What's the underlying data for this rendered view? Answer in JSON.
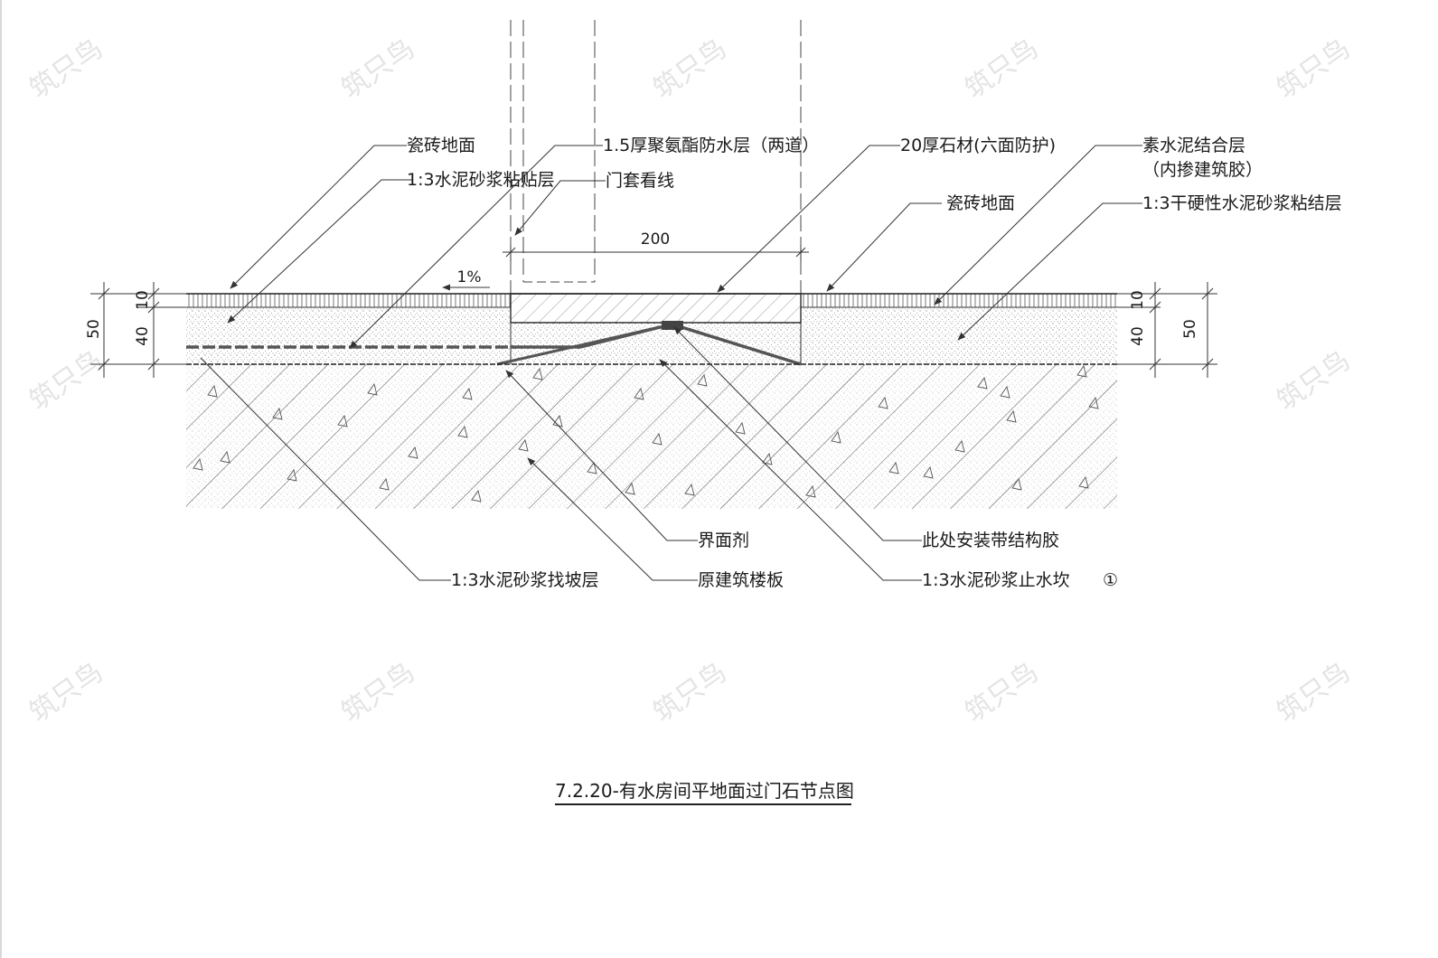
{
  "title": "7.2.20-有水房间平地面过门石节点图",
  "watermark": "筑只鸟",
  "labels": {
    "tile_floor_left": "瓷砖地面",
    "mortar_bond_left": "1:3水泥砂浆粘贴层",
    "waterproof": "1.5厚聚氨酯防水层（两道）",
    "door_frame_line": "门套看线",
    "stone": "20厚石材(六面防护)",
    "cement_paste_1": "素水泥结合层",
    "cement_paste_2": "（内掺建筑胶）",
    "tile_floor_right": "瓷砖地面",
    "dry_mortar": "1:3干硬性水泥砂浆粘结层",
    "interface_agent": "界面剂",
    "structural_glue": "此处安装带结构胶",
    "slope_layer": "1:3水泥砂浆找坡层",
    "slab": "原建筑楼板",
    "water_stop": "1:3水泥砂浆止水坎",
    "water_stop_mark": "①"
  },
  "dimensions": {
    "stone_width": "200",
    "slope": "1%",
    "left_total": "50",
    "left_top": "10",
    "left_bottom": "40",
    "right_total": "50",
    "right_top": "10",
    "right_bottom": "40"
  },
  "colors": {
    "line": "#333333",
    "watermark": "#e4e4e4",
    "text": "#1a1a1a"
  }
}
